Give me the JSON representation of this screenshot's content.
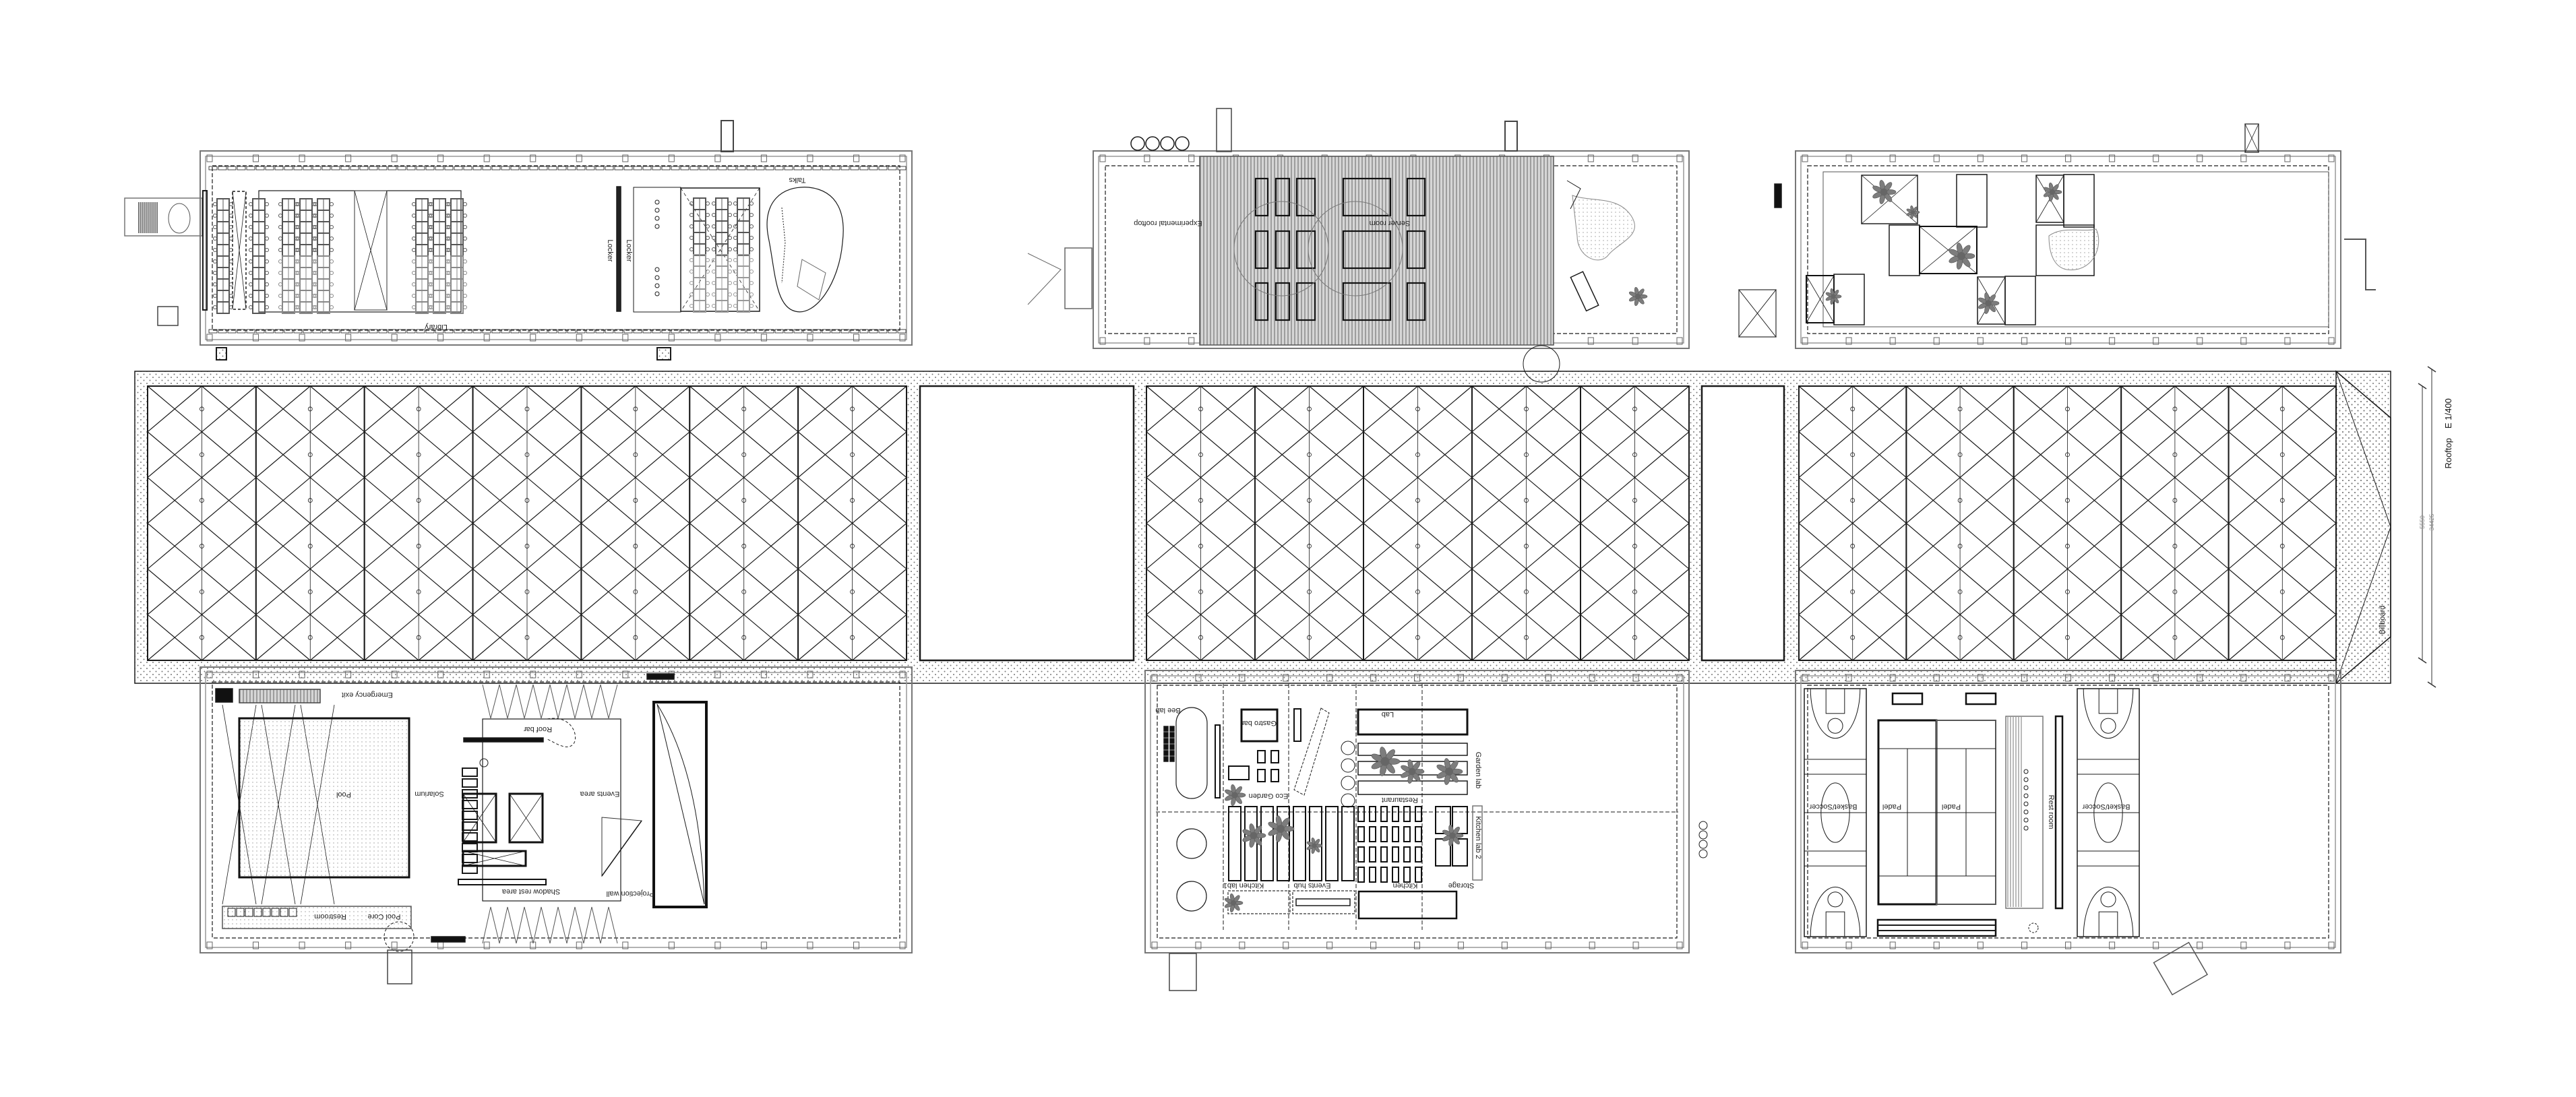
{
  "drawing": {
    "title": "Rooftop",
    "scale": "E 1/400",
    "dimensions": {
      "overall": "34425",
      "roof_band": "5550"
    },
    "colors": {
      "line": "#1a1a1a",
      "hatch": "#9a9a9a",
      "fill_grey": "#c8c8c8",
      "vegetation": "#7d7d7d"
    }
  },
  "central_roof": {
    "billboard_label": "Billboard"
  },
  "plans": {
    "library": {
      "library": "Library",
      "locker_1": "Locker",
      "locker_2": "Locker",
      "talks": "Talks"
    },
    "experimental": {
      "experimental_rooftop": "Experimental rooftop",
      "server_room": "Server room"
    },
    "roof_garden": {},
    "pool": {
      "emergency_exit": "Emergency exit",
      "pool": "Pool",
      "restroom": "Restroom",
      "pool_core": "Pool Core",
      "solarium": "Solarium",
      "roof_bar": "Roof bar",
      "events_area": "Events area",
      "shadow_rest_area": "Shadow rest area",
      "projection_wall": "Projection wall"
    },
    "food": {
      "bee_lab": "Bee lab",
      "gastro_bar": "Gastro bar",
      "lab": "Lab",
      "eco_garden": "Eco Garden",
      "restaurant": "Restaurant",
      "garden_lab": "Garden lab",
      "kitchen_lab_1": "Kitchen lab1",
      "events_hub": "Events hub",
      "kitchen": "Kitchen",
      "storage": "Storage",
      "kitchen_lab_2": "Kitchen lab 2"
    },
    "sports": {
      "basket_soccer_1": "Basket/Soccer",
      "padel_1": "Padel",
      "padel_2": "Padel",
      "rest_room": "Rest room",
      "basket_soccer_2": "Basket/Soccer"
    }
  }
}
